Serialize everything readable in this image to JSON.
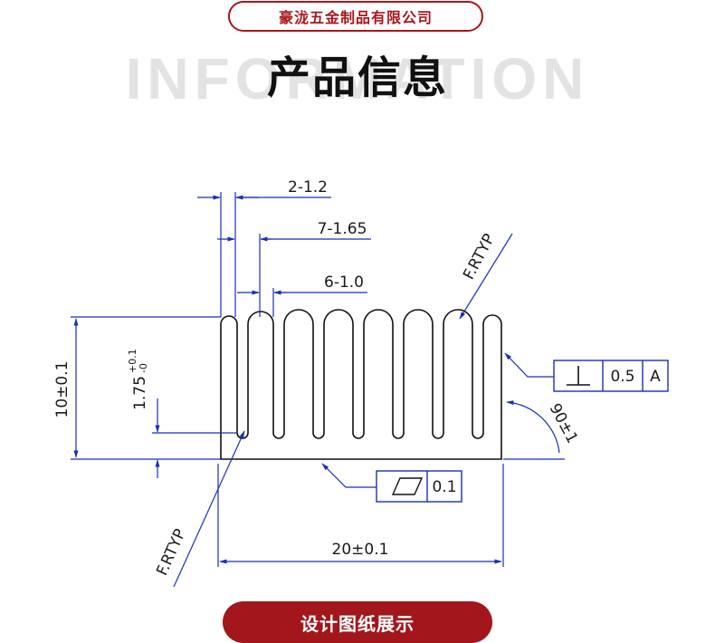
{
  "header": {
    "company_name": "豪泷五金制品有限公司",
    "watermark": "INFORMATION",
    "title": "产品信息"
  },
  "drawing": {
    "dim_2_1_2": "2-1.2",
    "dim_7_1_65": "7-1.65",
    "dim_6_1_0": "6-1.0",
    "dim_height": "10±0.1",
    "dim_base": "1.75",
    "dim_base_tol_upper": "+0.1",
    "dim_base_tol_lower": "-0",
    "dim_width": "20±0.1",
    "fillet_note_top": "F.RTYP",
    "fillet_note_bottom": "F.RTYP",
    "angle_note": "90±1",
    "perpendicularity_value": "0.5",
    "perpendicularity_datum": "A",
    "flatness_value": "0.1",
    "line_color": "#1c2fb5",
    "outline_color": "#111111"
  },
  "footer": {
    "section_button": "设计图纸展示"
  }
}
